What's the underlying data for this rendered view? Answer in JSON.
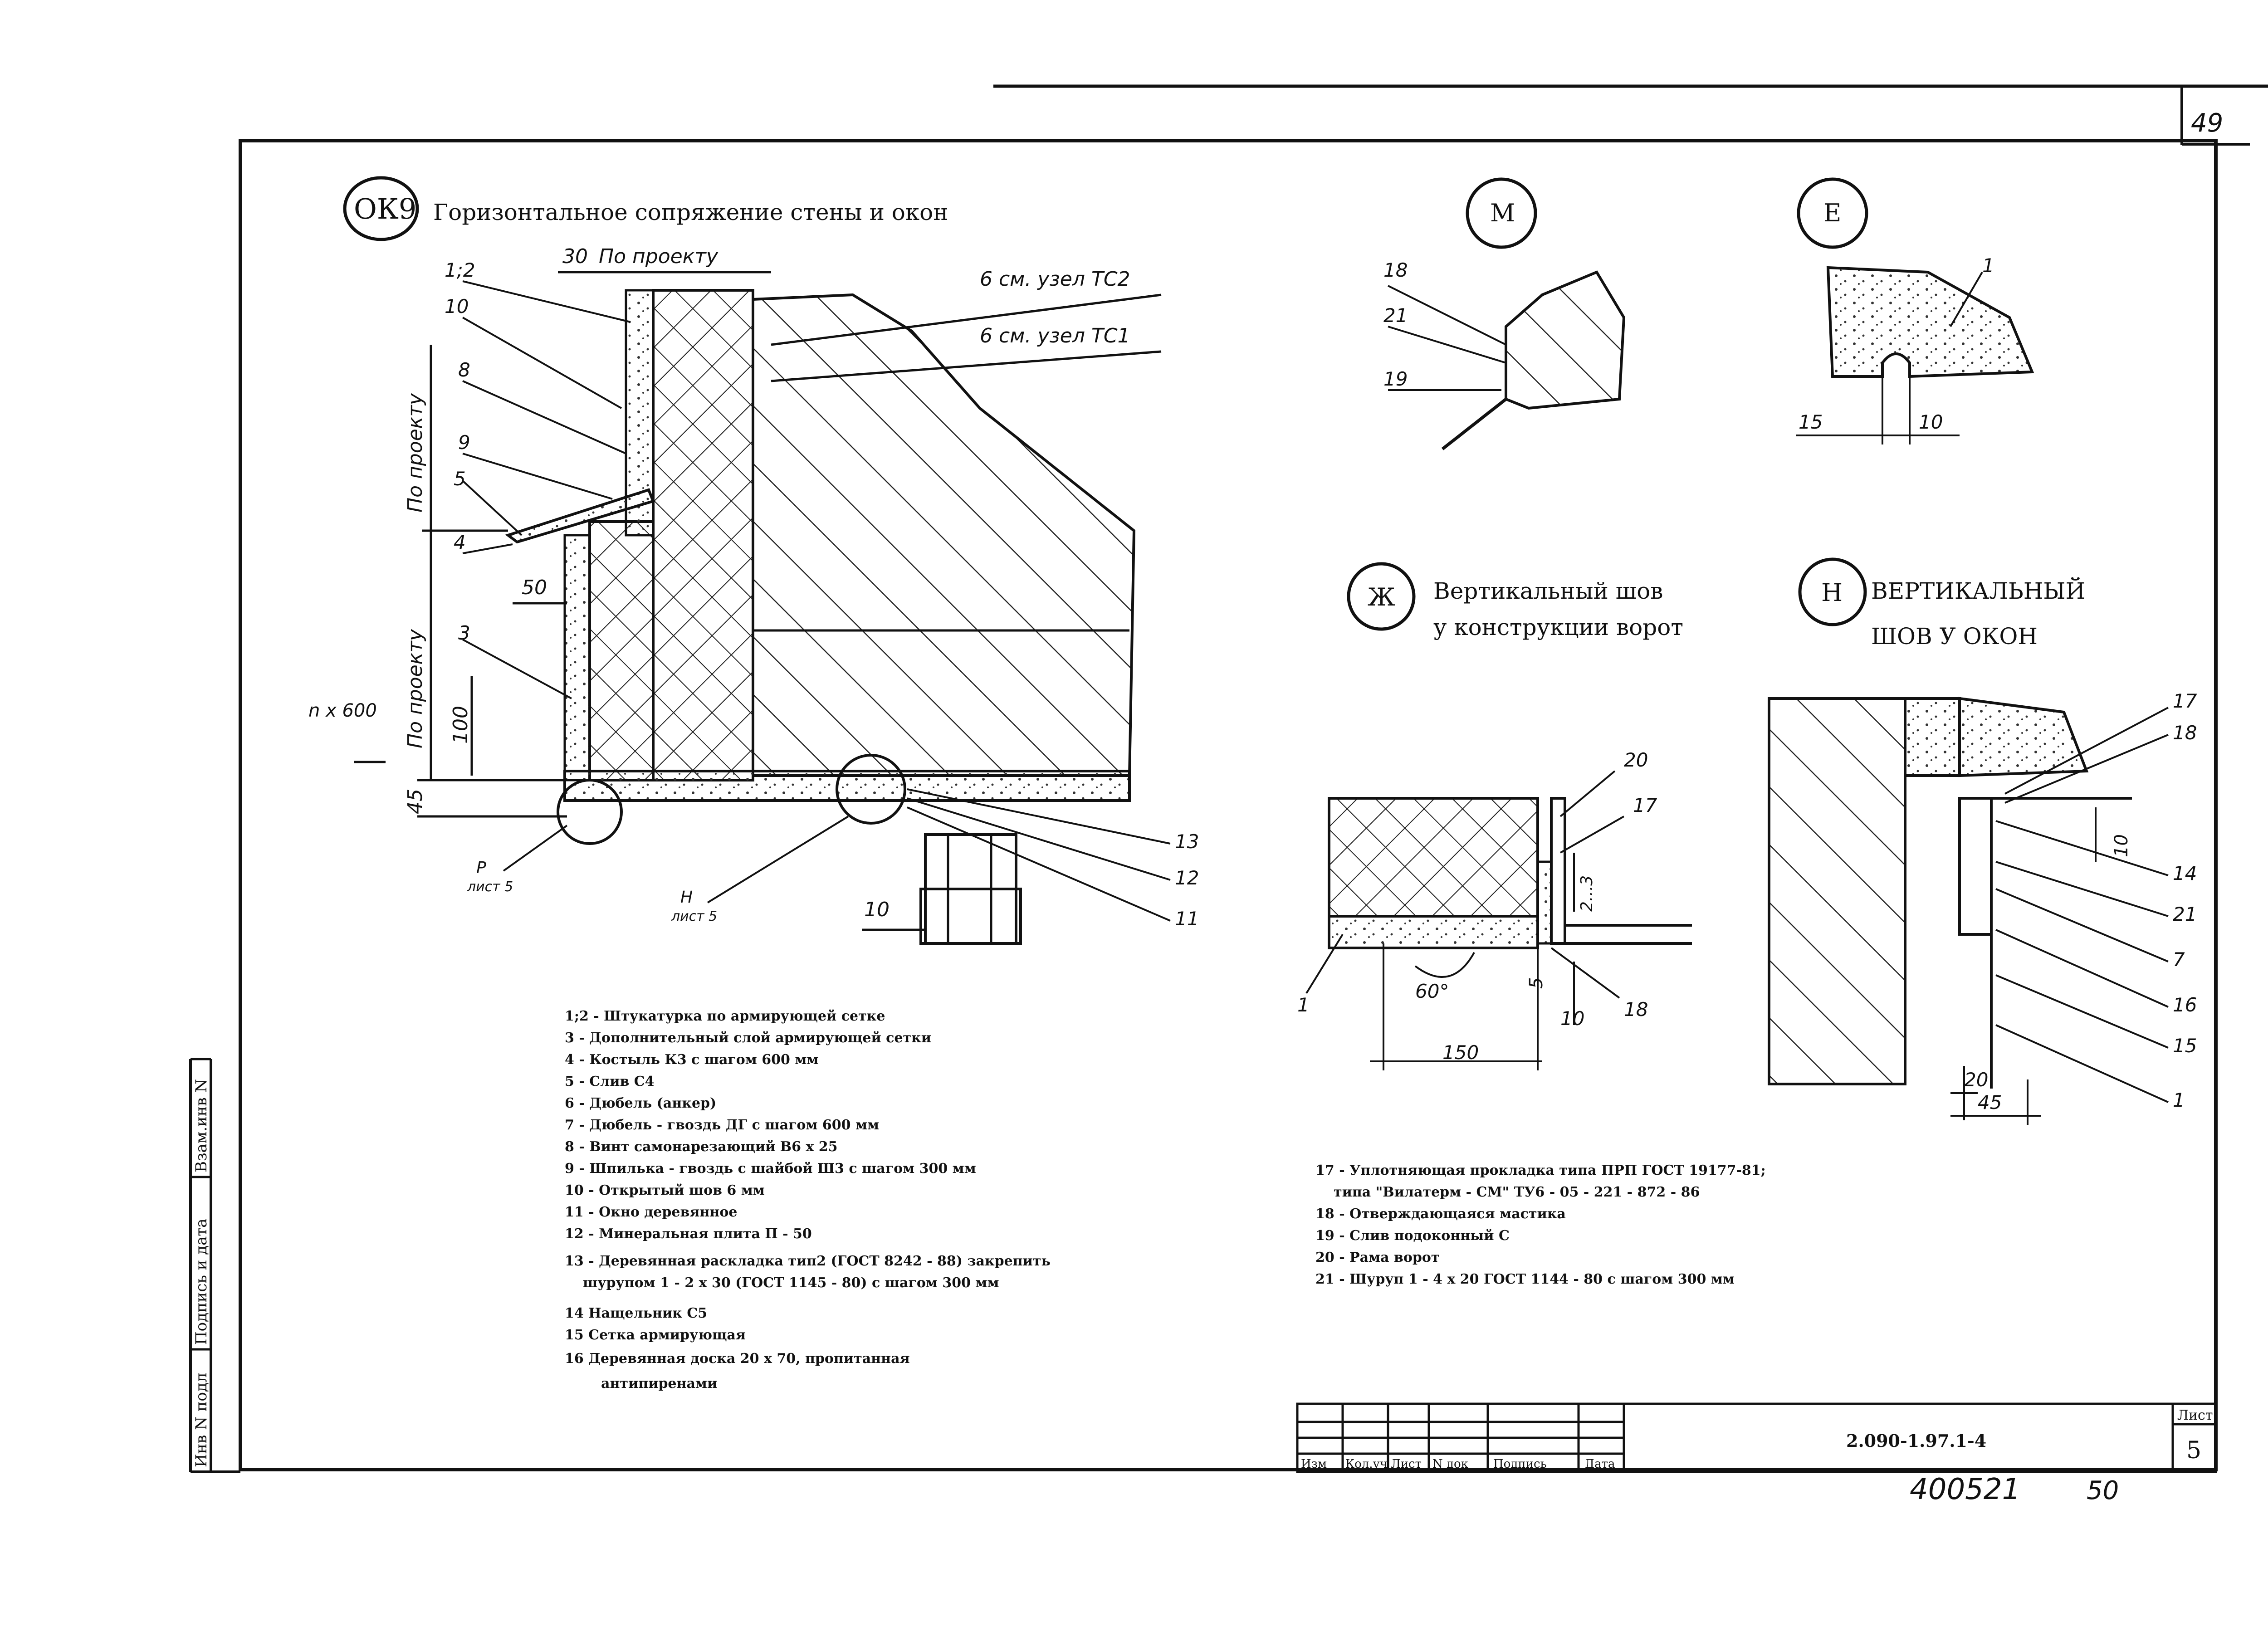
{
  "sheet": {
    "corner_number": "49",
    "drawing_code": "2.090-1.97.1-4",
    "sheet_label": "Лист",
    "sheet_number": "5",
    "inventory_number": "400521",
    "inventory_sub": "50",
    "stamp_columns": [
      "Изм",
      "Кол.уч",
      "Лист",
      "N док",
      "Подпись",
      "Дата"
    ],
    "side_cells": [
      "Инв N подл",
      "Подпись и дата",
      "Взам.инв N"
    ]
  },
  "main_node": {
    "mark": "ОК9",
    "title": "Горизонтальное сопряжение стены и окон",
    "dims": {
      "top_30": "30",
      "top_project": "По проекту",
      "vert_project_top": "По проекту",
      "vert_project_bottom": "По проекту",
      "d50": "50",
      "d100": "100",
      "d45": "45",
      "d10": "10",
      "n600": "n x 600"
    },
    "refs": {
      "tc2": "6 см. узел ТС2",
      "tc1": "6 см. узел ТС1",
      "node_r": "Р",
      "node_r_sheet": "лист 5",
      "node_n": "Н",
      "node_n_sheet": "лист 5"
    },
    "callouts": [
      "1;2",
      "10",
      "8",
      "9",
      "5",
      "4",
      "3",
      "13",
      "12",
      "11"
    ]
  },
  "node_m": {
    "mark": "М",
    "callouts": [
      "18",
      "21",
      "19"
    ]
  },
  "node_e": {
    "mark": "Е",
    "callouts": [
      "1"
    ],
    "dims": [
      "15",
      "10"
    ]
  },
  "node_zh": {
    "mark": "Ж",
    "title_line1": "Вертикальный шов",
    "title_line2": "у конструкции ворот",
    "callouts": [
      "20",
      "17",
      "1",
      "18"
    ],
    "dims": [
      "2...3",
      "60°",
      "5",
      "10",
      "150"
    ]
  },
  "node_n": {
    "mark": "Н",
    "title_line1": "ВЕРТИКАЛЬНЫЙ",
    "title_line2": "ШОВ У ОКОН",
    "callouts": [
      "17",
      "18",
      "14",
      "21",
      "7",
      "16",
      "15",
      "1"
    ],
    "dims": [
      "10",
      "20",
      "45"
    ]
  },
  "legend_left": [
    "1;2 - Штукатурка по армирующей сетке",
    "3 - Дополнительный слой армирующей сетки",
    "4 - Костыль К3 с шагом 600 мм",
    "5 - Слив С4",
    "6 - Дюбель (анкер)",
    "7 - Дюбель - гвоздь ДГ с шагом 600 мм",
    "8 - Винт самонарезающий В6 х 25",
    "9 - Шпилька - гвоздь с шайбой Ш3 с шагом 300 мм",
    "10 - Открытый шов 6 мм",
    "11 - Окно деревянное",
    "12 - Минеральная плита П - 50",
    "13 - Деревянная раскладка тип2 (ГОСТ 8242 - 88) закрепить",
    "шурупом 1 - 2 х 30 (ГОСТ 1145 - 80) с шагом 300 мм",
    "14 Нащельник С5",
    "15 Сетка армирующая",
    "16 Деревянная доска 20 х 70, пропитанная",
    "антипиренами"
  ],
  "legend_right": [
    "17 - Уплотняющая прокладка типа ПРП ГОСТ 19177-81;",
    "типа \"Вилатерм - СМ\" ТУ6 - 05 - 221 - 872 - 86",
    "18 - Отверждающаяся мастика",
    "19 - Слив подоконный С",
    "20 - Рама ворот",
    "21 - Шуруп 1 - 4 х 20 ГОСТ 1144 - 80 с шагом 300 мм"
  ]
}
